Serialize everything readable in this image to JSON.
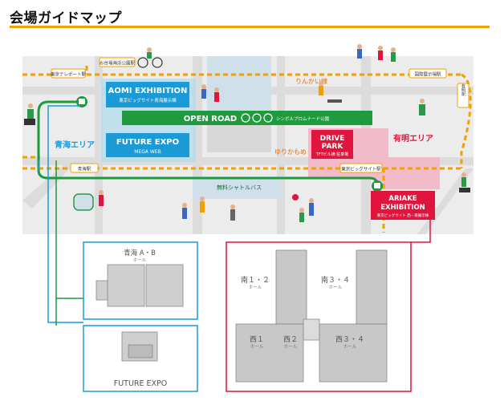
{
  "page": {
    "title": "会場ガイドマップ"
  },
  "colors": {
    "accent_orange": "#f0a000",
    "green_road": "#1f9a3c",
    "aomi_blue": "#1a9bd7",
    "ariake_red": "#e0143c",
    "ariake_pink": "#f2b6c6",
    "map_bg": "#ececec",
    "road_gray": "#cfcfcf"
  },
  "stations": {
    "telecom": "東京テレポート駅",
    "aomi_station_top": "お台場海浜公園駅",
    "ariake_tennis": "国際展示場駅",
    "ariake_station": "有明駅",
    "aomi_station": "青海駅",
    "bigsight_station": "東京ビッグサイト駅"
  },
  "lines": {
    "rinkai": "りんかい線",
    "yurikamome": "ゆりかもめ",
    "shuttle": "無料シャトルバス"
  },
  "areas": {
    "aomi_area": "青海エリア",
    "ariake_area": "有明エリア"
  },
  "venues": {
    "aomi_exhibition": {
      "name": "AOMI EXHIBITION",
      "sub": "東京ビッグサイト青海展示棟"
    },
    "future_expo": {
      "name": "FUTURE EXPO",
      "sub": "MEGA WEB"
    },
    "open_road": {
      "name": "OPEN ROAD",
      "sub": "シンボルプロムナード公園"
    },
    "drive_park": {
      "name_line1": "DRIVE",
      "name_line2": "PARK",
      "sub": "TFTビル横 駐車場"
    },
    "ariake_exhibition": {
      "name_line1": "ARIAKE",
      "name_line2": "EXHIBITION",
      "sub": "東京ビッグサイト 西・南展示棟"
    }
  },
  "floorplans": {
    "aomi_ab": {
      "name": "青海 A・B",
      "sub": "ホール"
    },
    "future_expo": {
      "name": "FUTURE EXPO"
    },
    "south12": {
      "name": "南１・２",
      "sub": "ホール"
    },
    "south34": {
      "name": "南３・４",
      "sub": "ホール"
    },
    "west1": {
      "name": "西１",
      "sub": "ホール"
    },
    "west2": {
      "name": "西２",
      "sub": "ホール"
    },
    "west34": {
      "name": "西３・４",
      "sub": "ホール"
    }
  }
}
